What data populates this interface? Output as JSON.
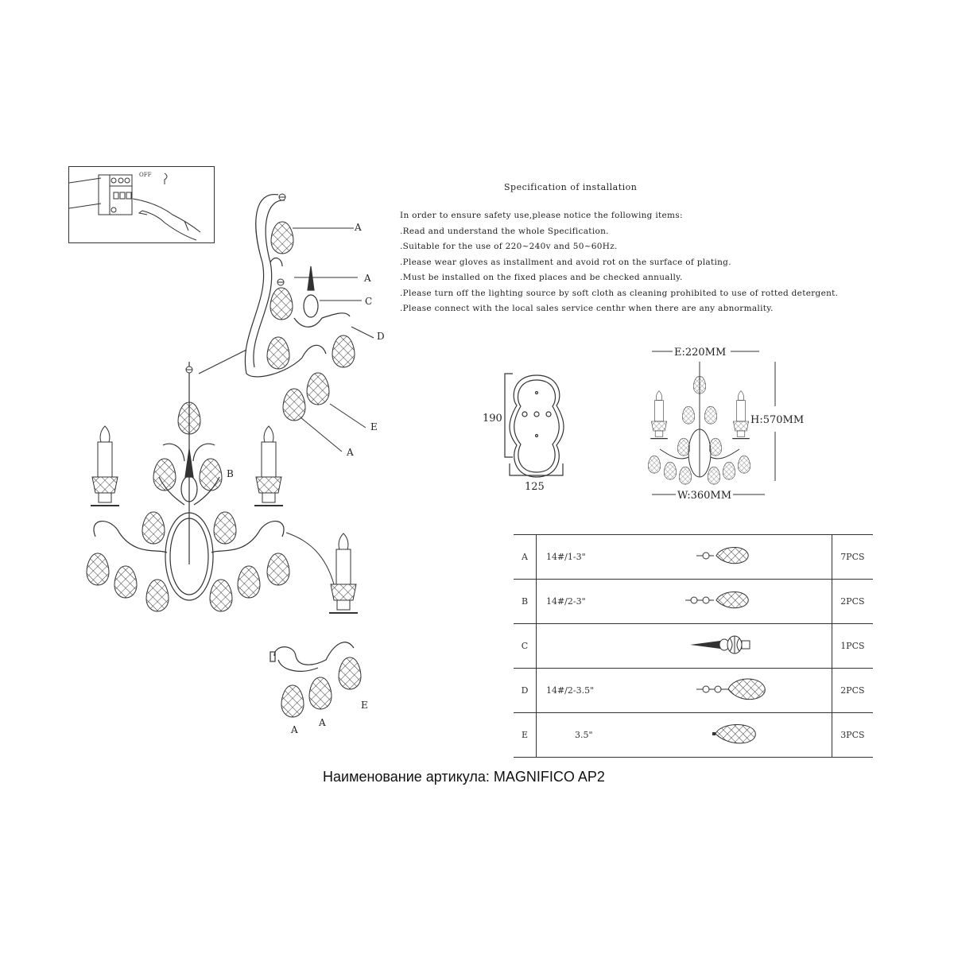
{
  "spec": {
    "title": "Specification of installation",
    "lines": [
      "In order to ensure safety use,please notice the following items:",
      ".Read and understand the whole Specification.",
      ".Suitable for the use of 220~240v and 50~60Hz.",
      ".Please wear gloves as installment and avoid rot on the surface of plating.",
      ".Must be installed on the fixed places and be checked annually.",
      ".Please turn off the lighting source by soft cloth as cleaning prohibited to use of rotted detergent.",
      ".Please connect with the local sales service centhr when there are any abnormality."
    ]
  },
  "warning_image": {
    "off_label": "OFF"
  },
  "exploded_labels": {
    "top_a1": "A",
    "top_a2": "A",
    "top_c": "C",
    "top_d": "D",
    "top_e": "E",
    "top_a3": "A",
    "main_b": "B",
    "right_a1": "A",
    "right_a2": "A",
    "right_e": "E"
  },
  "backplate": {
    "height": "190",
    "width": "125"
  },
  "dimensions": {
    "e": "E:220MM",
    "h": "H:570MM",
    "w": "W:360MM"
  },
  "parts_table": {
    "rows": [
      {
        "code": "A",
        "spec": "14#/1-3\"",
        "icon": "crystal-drop-1-bead",
        "qty": "7PCS"
      },
      {
        "code": "B",
        "spec": "14#/2-3\"",
        "icon": "crystal-drop-2-beads",
        "qty": "2PCS"
      },
      {
        "code": "C",
        "spec": "",
        "icon": "finial-spike",
        "qty": "1PCS"
      },
      {
        "code": "D",
        "spec": "14#/2-3.5\"",
        "icon": "crystal-drop-2-beads-large",
        "qty": "2PCS"
      },
      {
        "code": "E",
        "spec": "3.5\"",
        "icon": "crystal-drop-plain",
        "qty": "3PCS"
      }
    ]
  },
  "caption": "Наименование артикула: MAGNIFICO AP2"
}
